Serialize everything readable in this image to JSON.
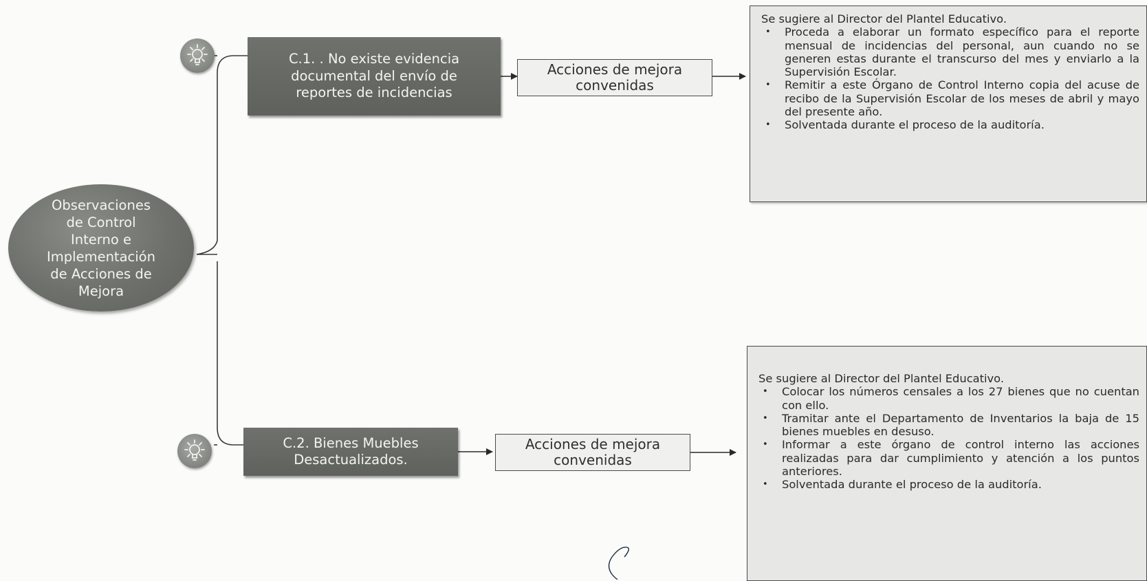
{
  "root": {
    "lines": [
      "Observaciones",
      "de Control",
      "Interno e",
      "Implementación",
      "de Acciones de",
      "Mejora"
    ]
  },
  "observations": [
    {
      "lines": [
        "C.1. . No existe evidencia",
        "documental del envío de",
        "reportes de incidencias"
      ],
      "action_lines": [
        "Acciones de mejora",
        "convenidas"
      ],
      "suggestion": {
        "intro": "Se sugiere al Director del Plantel Educativo.",
        "bullets": [
          "Proceda a elaborar un formato específico para el reporte mensual de incidencias del personal, aun cuando no se generen estas durante el transcurso del mes y enviarlo a la Supervisión Escolar.",
          "Remitir a este Órgano de Control Interno copia del acuse de recibo de la Supervisión Escolar de los meses de abril y mayo del presente año.",
          "Solventada durante el proceso de la auditoría."
        ]
      }
    },
    {
      "lines": [
        "C.2. Bienes Muebles",
        "Desactualizados."
      ],
      "action_lines": [
        "Acciones de mejora",
        "convenidas"
      ],
      "suggestion": {
        "intro": "Se sugiere al Director del Plantel Educativo.",
        "bullets": [
          "Colocar los números censales a los 27 bienes que no cuentan con ello.",
          "Tramitar ante el Departamento de Inventarios la baja de 15 bienes muebles en desuso.",
          "Informar a este órgano de control interno las acciones realizadas para dar cumplimiento y atención a los puntos anteriores.",
          "Solventada durante el proceso de la auditoría."
        ]
      }
    }
  ],
  "icons": [
    "lightbulb-icon",
    "lightbulb-icon"
  ],
  "colors": {
    "node_dark": "#6b6e68",
    "action_fill": "#f0f1ef",
    "suggestion_fill": "#e7e8e5",
    "line": "#3a3a3a"
  }
}
